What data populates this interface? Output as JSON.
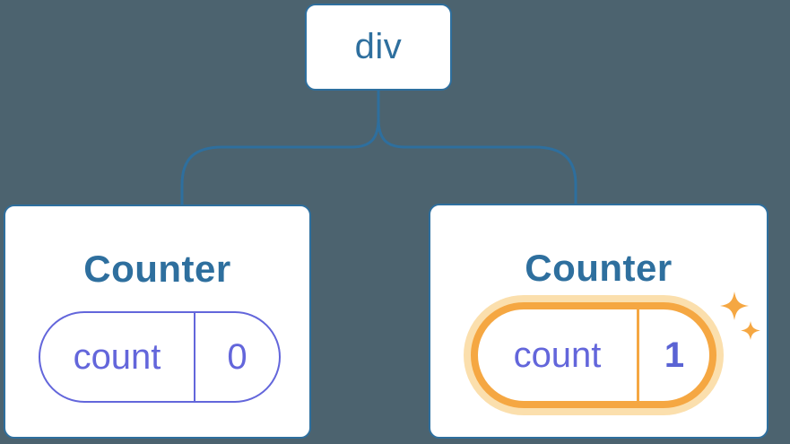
{
  "diagram": {
    "description": "React component tree with preserved state",
    "root": {
      "label": "div"
    },
    "counters": {
      "left": {
        "title": "Counter",
        "state_key": "count",
        "state_value": "0",
        "highlighted": false
      },
      "right": {
        "title": "Counter",
        "state_key": "count",
        "state_value": "1",
        "highlighted": true
      }
    }
  },
  "icons": {
    "sparkles": "two four-point sparkle stars marking updated state"
  },
  "colors": {
    "background": "#4C636F",
    "card_background": "#FFFFFF",
    "node_blue": "#2E6F9E",
    "state_purple": "#6366DB",
    "highlight_orange": "#F5A742",
    "highlight_halo": "#FBDFAD"
  }
}
